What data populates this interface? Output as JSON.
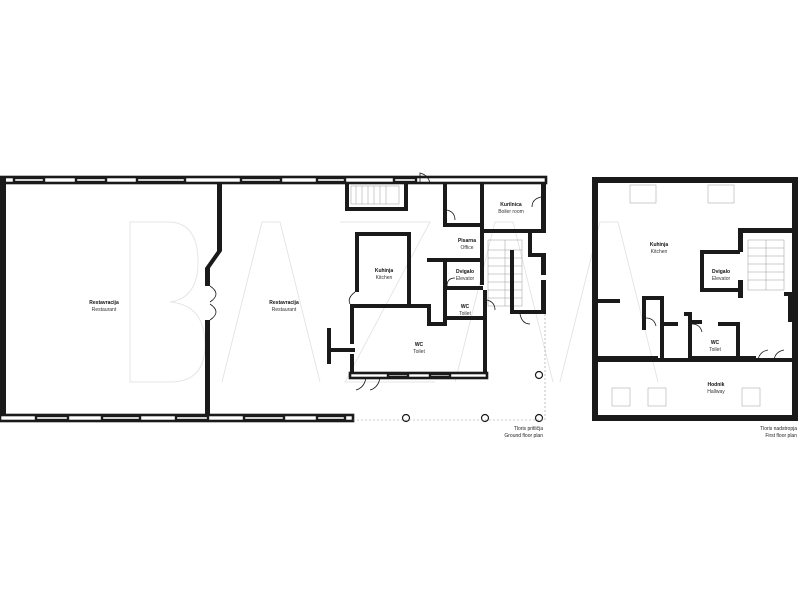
{
  "ground_floor": {
    "rooms": {
      "restaurant_west": {
        "name": "Restavracija",
        "sub": "Restaurant"
      },
      "restaurant_center": {
        "name": "Restavracija",
        "sub": "Restaurant"
      },
      "kitchen": {
        "name": "Kuhinja",
        "sub": "Kitchen"
      },
      "boiler": {
        "name": "Kurilnica",
        "sub": "Boiler room"
      },
      "office": {
        "name": "Pisarna",
        "sub": "Office"
      },
      "elevator": {
        "name": "Dvigalo",
        "sub": "Elevator"
      },
      "wc_small": {
        "name": "WC",
        "sub": "Toilet"
      },
      "wc_large": {
        "name": "WC",
        "sub": "Toilet"
      }
    },
    "caption": {
      "name": "Tloris pritličja",
      "sub": "Ground floor plan"
    }
  },
  "first_floor": {
    "rooms": {
      "kitchen": {
        "name": "Kuhinja",
        "sub": "Kitchen"
      },
      "elevator": {
        "name": "Dvigalo",
        "sub": "Elevator"
      },
      "wc": {
        "name": "WC",
        "sub": "Toilet"
      },
      "hallway": {
        "name": "Hodnik",
        "sub": "Hallway"
      }
    },
    "caption": {
      "name": "Tloris nadstropja",
      "sub": "First floor plan"
    }
  },
  "watermark": "BAZA"
}
